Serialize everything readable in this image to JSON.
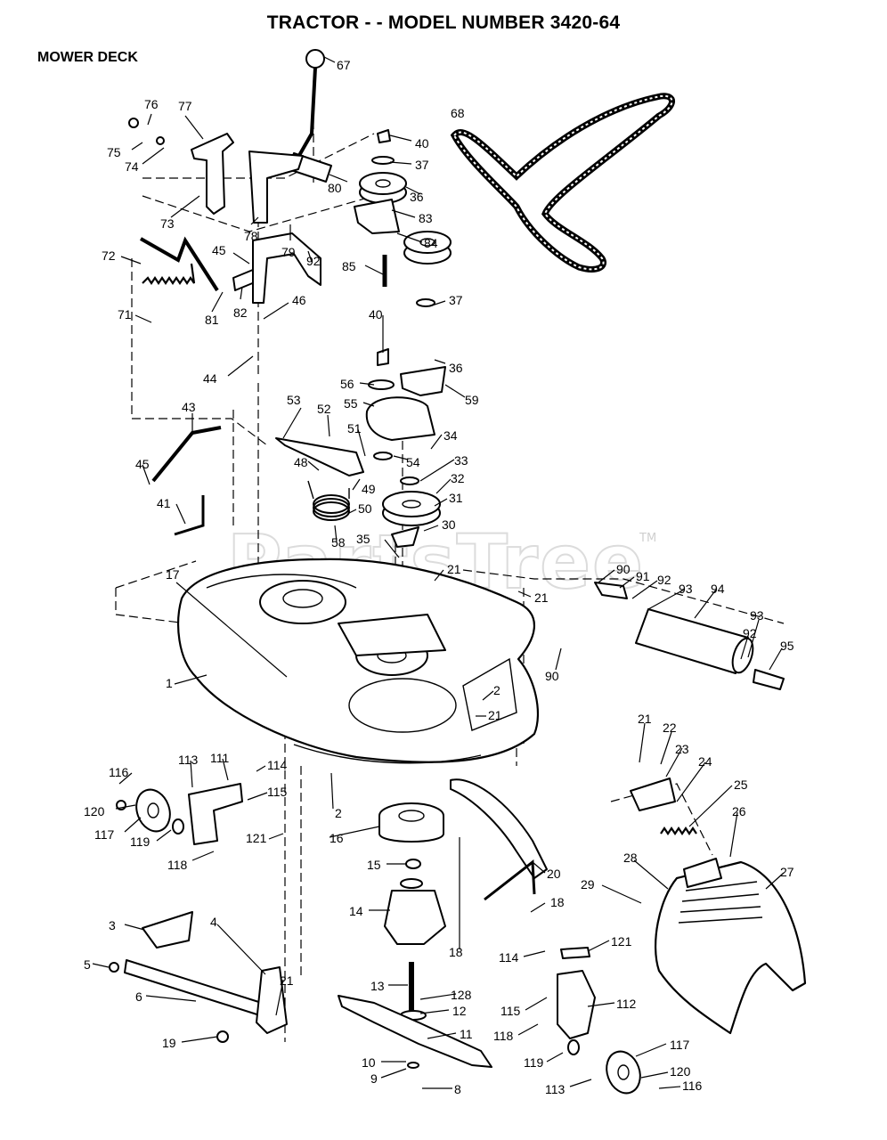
{
  "title": "TRACTOR - - MODEL NUMBER 3420-64",
  "section": "MOWER DECK",
  "watermark": "PartsTree",
  "watermark_mark": "TM",
  "callouts": [
    {
      "label": "67"
    },
    {
      "label": "76"
    },
    {
      "label": "77"
    },
    {
      "label": "75"
    },
    {
      "label": "74"
    },
    {
      "label": "68"
    },
    {
      "label": "40"
    },
    {
      "label": "37"
    },
    {
      "label": "36"
    },
    {
      "label": "83"
    },
    {
      "label": "84"
    },
    {
      "label": "80"
    },
    {
      "label": "73"
    },
    {
      "label": "78"
    },
    {
      "label": "79"
    },
    {
      "label": "92"
    },
    {
      "label": "72"
    },
    {
      "label": "45"
    },
    {
      "label": "85"
    },
    {
      "label": "82"
    },
    {
      "label": "81"
    },
    {
      "label": "46"
    },
    {
      "label": "71"
    },
    {
      "label": "40"
    },
    {
      "label": "37"
    },
    {
      "label": "36"
    },
    {
      "label": "44"
    },
    {
      "label": "56"
    },
    {
      "label": "59"
    },
    {
      "label": "55"
    },
    {
      "label": "53"
    },
    {
      "label": "52"
    },
    {
      "label": "51"
    },
    {
      "label": "34"
    },
    {
      "label": "43"
    },
    {
      "label": "54"
    },
    {
      "label": "33"
    },
    {
      "label": "48"
    },
    {
      "label": "45"
    },
    {
      "label": "32"
    },
    {
      "label": "49"
    },
    {
      "label": "31"
    },
    {
      "label": "50"
    },
    {
      "label": "41"
    },
    {
      "label": "30"
    },
    {
      "label": "58"
    },
    {
      "label": "35"
    },
    {
      "label": "21"
    },
    {
      "label": "90"
    },
    {
      "label": "91"
    },
    {
      "label": "92"
    },
    {
      "label": "93"
    },
    {
      "label": "94"
    },
    {
      "label": "17"
    },
    {
      "label": "21"
    },
    {
      "label": "93"
    },
    {
      "label": "92"
    },
    {
      "label": "95"
    },
    {
      "label": "1"
    },
    {
      "label": "2"
    },
    {
      "label": "21"
    },
    {
      "label": "90"
    },
    {
      "label": "21"
    },
    {
      "label": "22"
    },
    {
      "label": "23"
    },
    {
      "label": "24"
    },
    {
      "label": "113"
    },
    {
      "label": "111"
    },
    {
      "label": "114"
    },
    {
      "label": "116"
    },
    {
      "label": "25"
    },
    {
      "label": "115"
    },
    {
      "label": "120"
    },
    {
      "label": "2"
    },
    {
      "label": "26"
    },
    {
      "label": "117"
    },
    {
      "label": "16"
    },
    {
      "label": "121"
    },
    {
      "label": "119"
    },
    {
      "label": "118"
    },
    {
      "label": "15"
    },
    {
      "label": "20"
    },
    {
      "label": "28"
    },
    {
      "label": "27"
    },
    {
      "label": "29"
    },
    {
      "label": "14"
    },
    {
      "label": "18"
    },
    {
      "label": "3"
    },
    {
      "label": "4"
    },
    {
      "label": "18"
    },
    {
      "label": "121"
    },
    {
      "label": "114"
    },
    {
      "label": "5"
    },
    {
      "label": "21"
    },
    {
      "label": "6"
    },
    {
      "label": "13"
    },
    {
      "label": "128"
    },
    {
      "label": "12"
    },
    {
      "label": "112"
    },
    {
      "label": "115"
    },
    {
      "label": "118"
    },
    {
      "label": "11"
    },
    {
      "label": "117"
    },
    {
      "label": "19"
    },
    {
      "label": "119"
    },
    {
      "label": "120"
    },
    {
      "label": "10"
    },
    {
      "label": "9"
    },
    {
      "label": "113"
    },
    {
      "label": "116"
    },
    {
      "label": "8"
    }
  ]
}
